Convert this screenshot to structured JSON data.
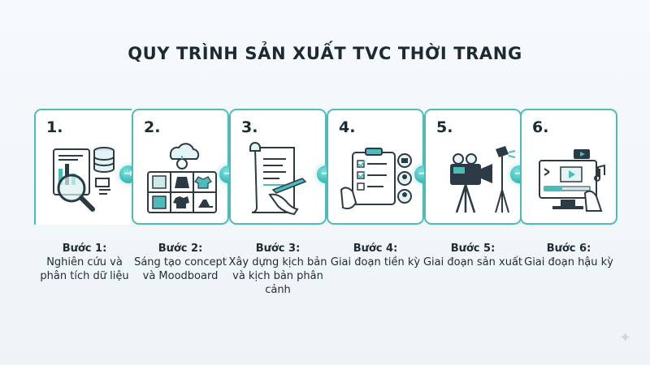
{
  "title": "QUY TRÌNH SẢN XUẤT TVC THỜI TRANG",
  "colors": {
    "accent": "#4cbcba",
    "text": "#1c2a33",
    "line": "#2b3a44"
  },
  "steps": [
    {
      "number": "1.",
      "head": "Bước 1:",
      "desc": "Nghiên cứu và phân tích dữ liệu",
      "icon": "data-analysis-icon"
    },
    {
      "number": "2.",
      "head": "Bước 2:",
      "desc": "Sáng tạo concept và Moodboard",
      "icon": "moodboard-icon"
    },
    {
      "number": "3.",
      "head": "Bước 3:",
      "desc": "Xây dựng kịch bản và kịch bản phân cảnh",
      "icon": "script-writing-icon"
    },
    {
      "number": "4.",
      "head": "Bước 4:",
      "desc": "Giai đoạn tiền kỳ",
      "icon": "checklist-casting-icon"
    },
    {
      "number": "5.",
      "head": "Bước 5:",
      "desc": "Giai đoạn sản xuất",
      "icon": "video-camera-icon"
    },
    {
      "number": "6.",
      "head": "Bước 6:",
      "desc": "Giai đoạn hậu kỳ",
      "icon": "video-editing-icon"
    }
  ]
}
